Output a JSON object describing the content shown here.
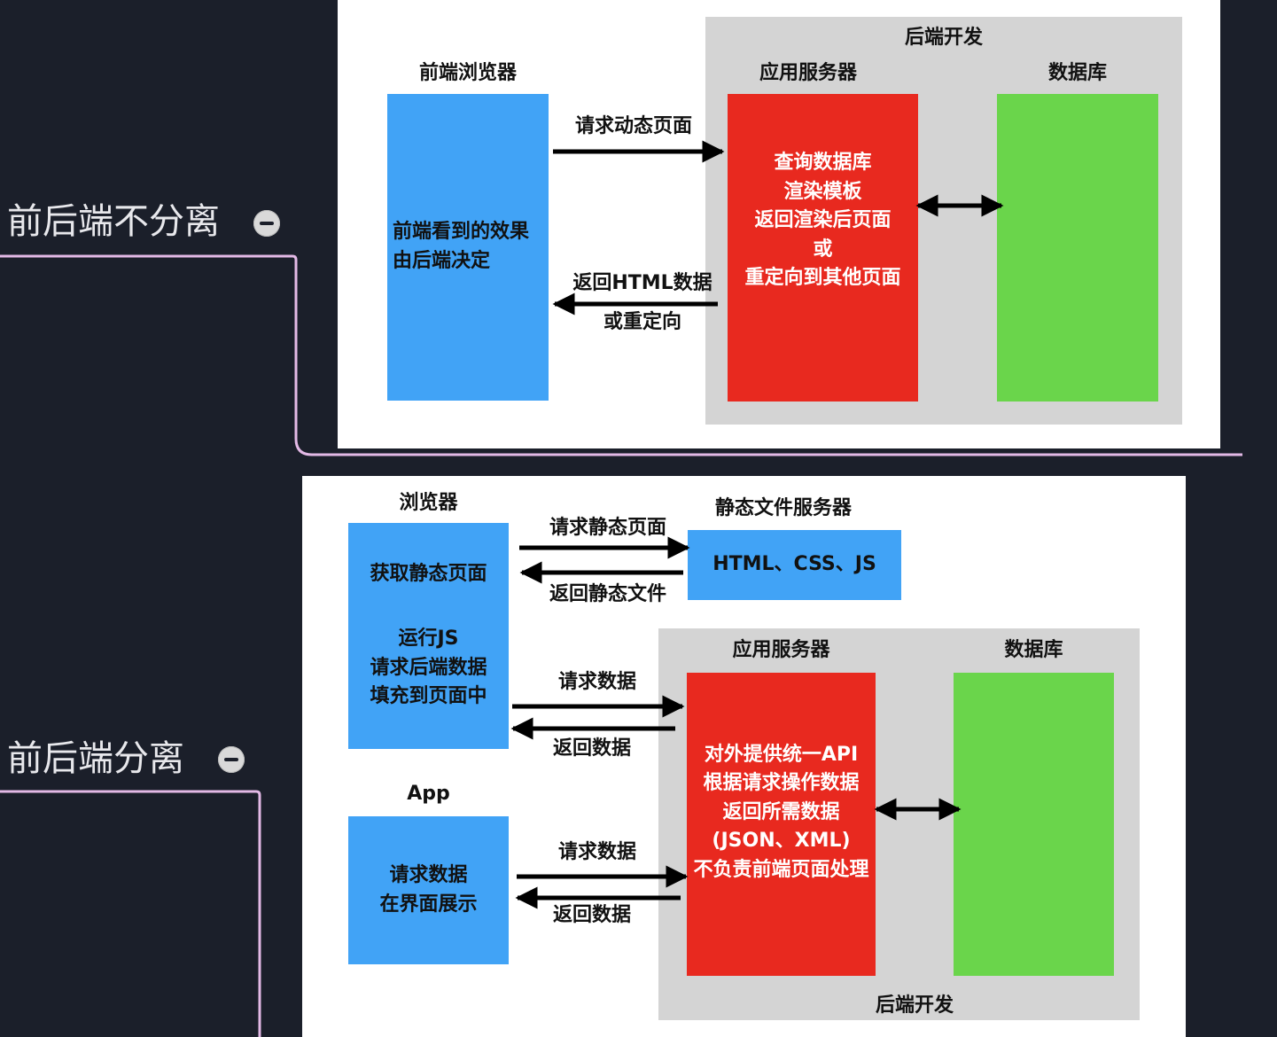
{
  "mindmap": {
    "node1": {
      "label": "前后端不分离"
    },
    "node2": {
      "label": "前后端分离"
    }
  },
  "diagram1": {
    "backend_title": "后端开发",
    "browser_label": "前端浏览器",
    "browser_text": [
      "前端看到的效果",
      "由后端决定"
    ],
    "app_server_label": "应用服务器",
    "app_server_text": [
      "查询数据库",
      "渲染模板",
      "返回渲染后页面",
      "或",
      "重定向到其他页面"
    ],
    "database_label": "数据库",
    "arrow_request": "请求动态页面",
    "arrow_response": [
      "返回HTML数据",
      "或重定向"
    ]
  },
  "diagram2": {
    "browser_label": "浏览器",
    "browser_text": [
      "获取静态页面",
      "",
      "运行JS",
      "请求后端数据",
      "填充到页面中"
    ],
    "static_server_label": "静态文件服务器",
    "static_server_text": "HTML、CSS、JS",
    "arrow_request_static": "请求静态页面",
    "arrow_return_static": "返回静态文件",
    "app_server_label": "应用服务器",
    "database_label": "数据库",
    "backend_title": "后端开发",
    "app_server_text": [
      "对外提供统一API",
      "根据请求操作数据",
      "返回所需数据",
      "(JSON、XML)",
      "不负责前端页面处理"
    ],
    "arrow_request_data_1": "请求数据",
    "arrow_return_data_1": "返回数据",
    "app_label": "App",
    "app_text": [
      "请求数据",
      "在界面展示"
    ],
    "arrow_request_data_2": "请求数据",
    "arrow_return_data_2": "返回数据"
  },
  "colors": {
    "background": "#1b1f2a",
    "connector": "#e3b9e6",
    "browser_blue": "#41a3f6",
    "server_red": "#e8291f",
    "database_green": "#6ad54b",
    "backend_gray": "#d4d4d4"
  }
}
